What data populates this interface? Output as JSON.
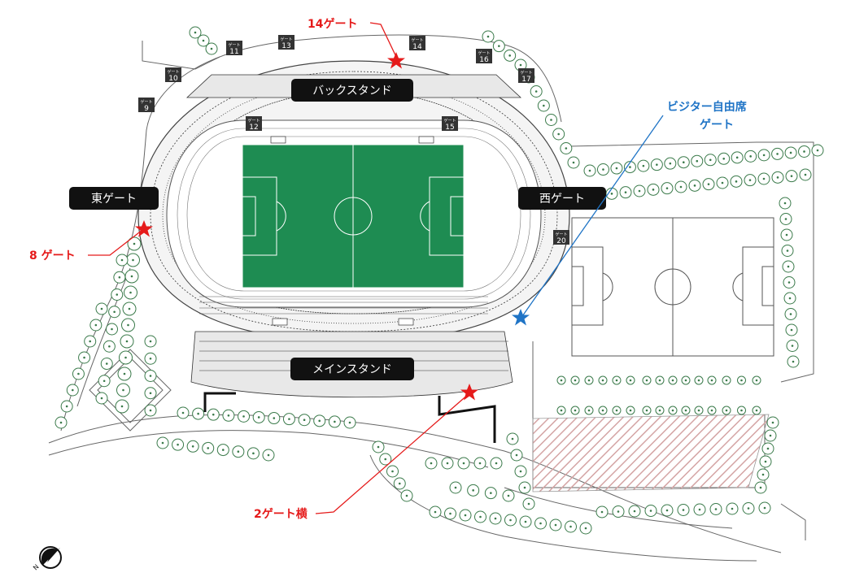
{
  "colors": {
    "pitch": "#1e8c52",
    "red_marker": "#e51a1a",
    "blue_marker": "#1f74c6",
    "label_bg": "#111111",
    "tree_fill": "#ffffff",
    "tree_stroke": "#3a7a4a",
    "hatch": "#d4a4a4",
    "outline": "#555555"
  },
  "stand_labels": {
    "back_stand": "バックスタンド",
    "main_stand": "メインスタンド",
    "east_gate": "東ゲート",
    "west_gate": "西ゲート"
  },
  "callouts": {
    "gate_14": "14ゲート",
    "gate_8": "8 ゲート",
    "gate_2_side": "2ゲート横",
    "visitor_line1": "ビジター自由席",
    "visitor_line2": "ゲート"
  },
  "gate_tags": [
    {
      "prefix": "ゲート",
      "num": "9"
    },
    {
      "prefix": "ゲート",
      "num": "10"
    },
    {
      "prefix": "ゲート",
      "num": "11"
    },
    {
      "prefix": "ゲート",
      "num": "13"
    },
    {
      "prefix": "ゲート",
      "num": "14"
    },
    {
      "prefix": "ゲート",
      "num": "16"
    },
    {
      "prefix": "ゲート",
      "num": "17"
    },
    {
      "prefix": "ゲート",
      "num": "12"
    },
    {
      "prefix": "ゲート",
      "num": "15"
    },
    {
      "prefix": "ゲート",
      "num": "20"
    }
  ],
  "compass_icon": "north-arrow-icon",
  "marker_icons": [
    "red-star-icon",
    "blue-star-icon"
  ]
}
